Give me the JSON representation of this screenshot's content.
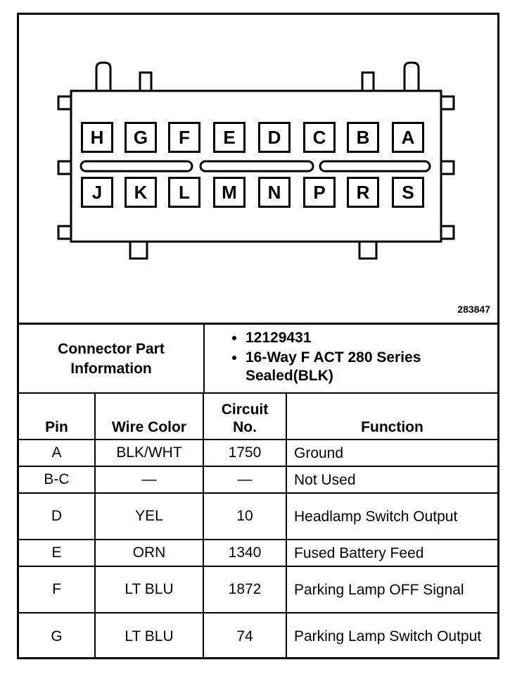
{
  "diagram": {
    "figure_number": "283847",
    "row1_pins": [
      "H",
      "G",
      "F",
      "E",
      "D",
      "C",
      "B",
      "A"
    ],
    "row2_pins": [
      "J",
      "K",
      "L",
      "M",
      "N",
      "P",
      "R",
      "S"
    ]
  },
  "connector_info": {
    "label": "Connector Part Information",
    "items": [
      "12129431",
      "16-Way F ACT 280 Series Sealed(BLK)"
    ]
  },
  "pin_table": {
    "headers": {
      "pin": "Pin",
      "wire_color": "Wire Color",
      "circuit_no": "Circuit No.",
      "function": "Function"
    },
    "rows": [
      {
        "pin": "A",
        "wire_color": "BLK/WHT",
        "circuit": "1750",
        "function": "Ground"
      },
      {
        "pin": "B-C",
        "wire_color": "—",
        "circuit": "—",
        "function": "Not Used"
      },
      {
        "pin": "D",
        "wire_color": "YEL",
        "circuit": "10",
        "function": "Headlamp Switch Output"
      },
      {
        "pin": "E",
        "wire_color": "ORN",
        "circuit": "1340",
        "function": "Fused Battery Feed"
      },
      {
        "pin": "F",
        "wire_color": "LT BLU",
        "circuit": "1872",
        "function": "Parking Lamp OFF Signal"
      },
      {
        "pin": "G",
        "wire_color": "LT BLU",
        "circuit": "74",
        "function": "Parking Lamp Switch Output"
      }
    ]
  }
}
